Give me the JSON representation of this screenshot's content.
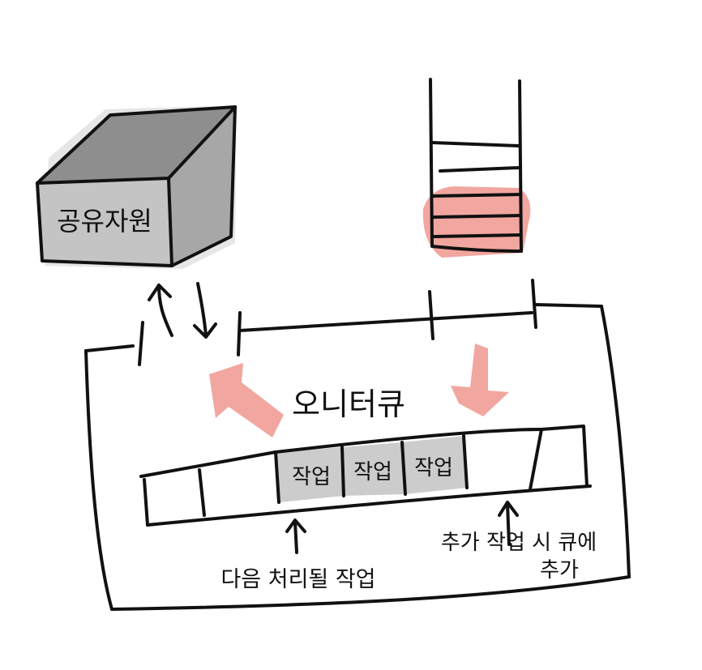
{
  "labels": {
    "shared_resource": "공유자원",
    "event_queue": "오니터큐",
    "task": "작업",
    "next_task": "다음 처리될 작업",
    "add_task_line1": "추가 작업 시 큐에",
    "add_task_line2": "추가"
  },
  "colors": {
    "highlight_red": "#f2a6a0",
    "queue_slot_gray": "#cccccc",
    "cube_front": "#c4c4c4",
    "cube_top": "#8e8e8e",
    "cube_side": "#a7a7a7",
    "ink": "#111111"
  }
}
